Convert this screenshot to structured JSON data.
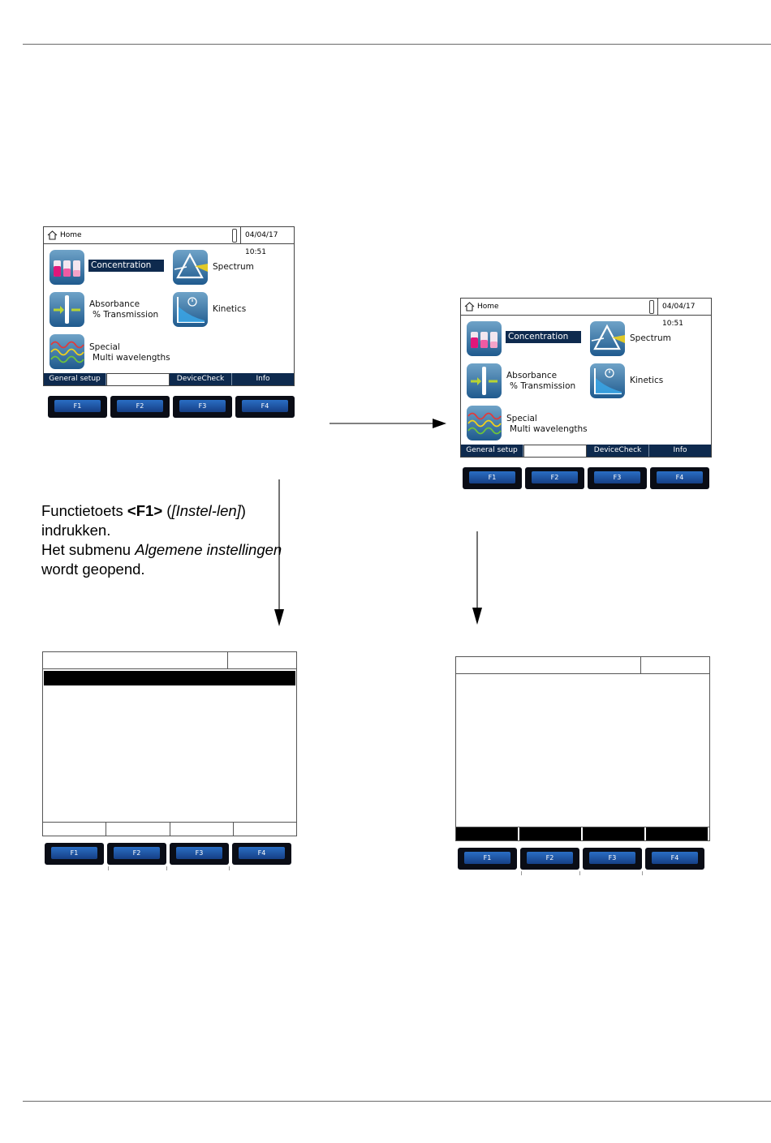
{
  "display": {
    "home_label": "Home",
    "datetime": "04/04/17 10:51",
    "apps": [
      {
        "icon": "concentration-icon",
        "label": "Concentration"
      },
      {
        "icon": "spectrum-prism-icon",
        "label": "Spectrum"
      },
      {
        "icon": "absorbance-icon",
        "label_line1": "Absorbance",
        "label_line2": "% Transmission"
      },
      {
        "icon": "kinetics-icon",
        "label": "Kinetics"
      },
      {
        "icon": "special-waves-icon",
        "label_line1": "Special",
        "label_line2": "Multi wavelengths"
      }
    ],
    "softkeys": [
      "General setup",
      "",
      "DeviceCheck",
      "Info"
    ],
    "fkeys": [
      "F1",
      "F2",
      "F3",
      "F4"
    ]
  },
  "instruction": {
    "prefix": "Functietoets ",
    "key": "<F1>",
    "mid1": " (",
    "menu_italic": "[Instel-len]",
    "mid2": ") indrukken.",
    "line2_prefix": "Het submenu ",
    "submenu_italic": "Algemene instellingen",
    "line2_suffix": " wordt geopend."
  },
  "colors": {
    "softkey_bg": "#0e2a4e",
    "fkey_blue": "#2a6ec4",
    "fkey_body": "#0a0d16"
  }
}
